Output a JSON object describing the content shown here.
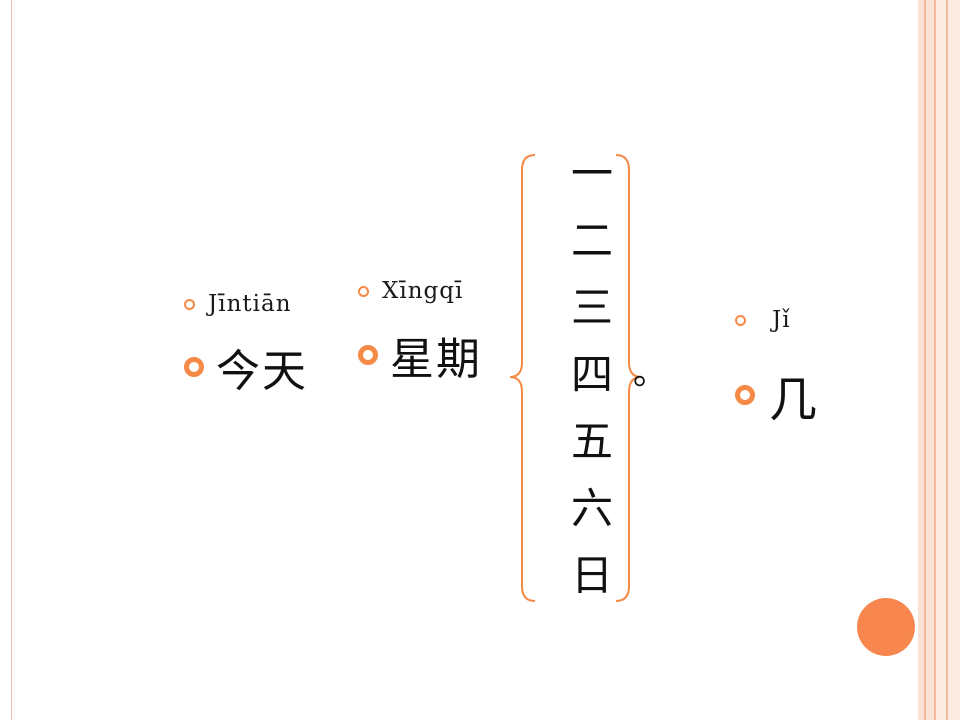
{
  "items": [
    {
      "pinyin": "Jīntiān",
      "hanzi": "今天"
    },
    {
      "pinyin": "Xīngqī",
      "hanzi": "星期"
    },
    {
      "pinyin": "Jǐ",
      "hanzi": "几"
    }
  ],
  "days": [
    "一",
    "二",
    "三",
    "四",
    "五",
    "六",
    "日"
  ],
  "period": "。",
  "colors": {
    "accent": "#f58a47",
    "circle": "#f7874f",
    "stripe_light": "#fbe2d6",
    "stripe_dark": "#f5b99c",
    "text": "#111111"
  }
}
